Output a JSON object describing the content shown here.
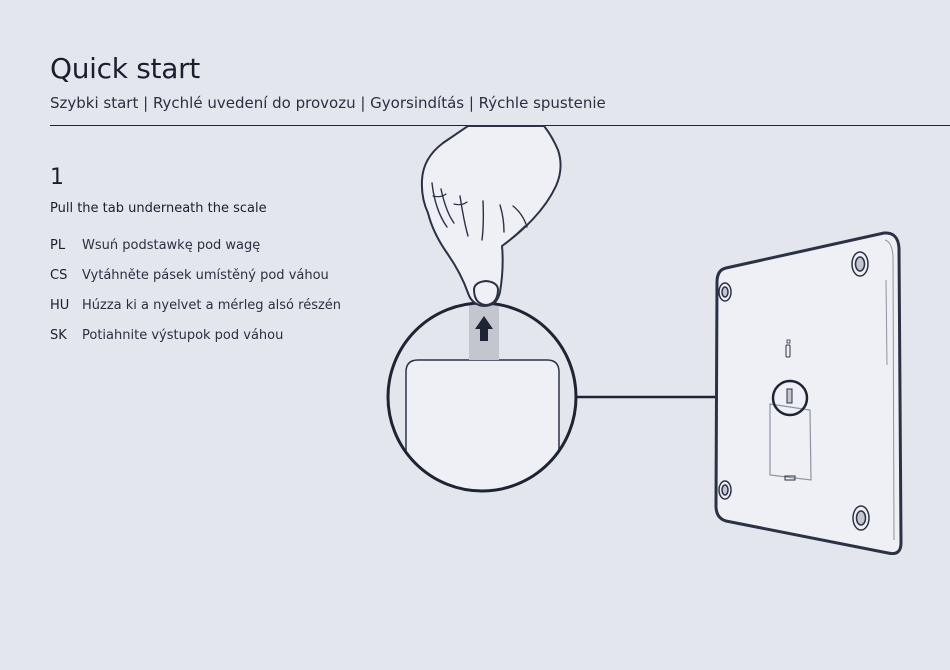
{
  "header": {
    "title": "Quick start",
    "subtitle": "Szybki start | Rychlé uvedení do provozu | Gyorsindítás | Rýchle spustenie"
  },
  "step": {
    "number": "1",
    "instruction": "Pull the tab underneath the scale",
    "translations": [
      {
        "code": "PL",
        "text": "Wsuń podstawkę pod wagę"
      },
      {
        "code": "CS",
        "text": "Vytáhněte pásek umístěný pod váhou"
      },
      {
        "code": "HU",
        "text": "Húzza ki a nyelvet a mérleg alsó részén"
      },
      {
        "code": "SK",
        "text": "Potiahnite výstupok pod váhou"
      }
    ]
  },
  "colors": {
    "background": "#e4e6ee",
    "ink": "#1e2433",
    "scale_fill": "#eef0f5",
    "tab_fill": "#c3c6cf"
  }
}
